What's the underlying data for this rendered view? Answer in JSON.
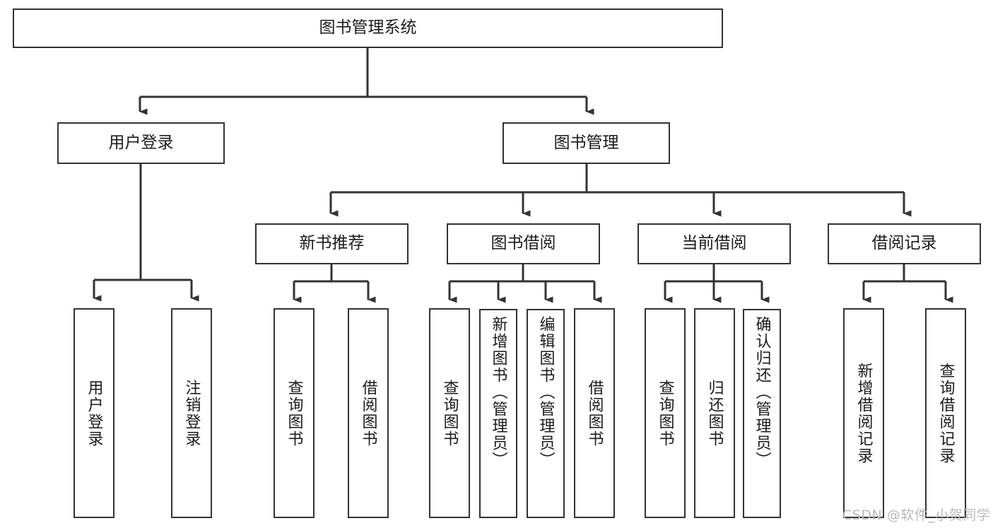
{
  "diagram": {
    "type": "tree",
    "title": "图书管理系统",
    "stroke_color": "#333333",
    "fill_color": "#ffffff",
    "text_color": "#1b1b1b",
    "levels": {
      "root": {
        "label": "图书管理系统"
      },
      "level2": [
        {
          "label": "用户登录"
        },
        {
          "label": "图书管理"
        }
      ],
      "level3": [
        {
          "label": "新书推荐"
        },
        {
          "label": "图书借阅"
        },
        {
          "label": "当前借阅"
        },
        {
          "label": "借阅记录"
        }
      ],
      "leaves": [
        {
          "label": "用户登录",
          "parent": "用户登录"
        },
        {
          "label": "注销登录",
          "parent": "用户登录"
        },
        {
          "label": "查询图书",
          "parent": "新书推荐"
        },
        {
          "label": "借阅图书",
          "parent": "新书推荐"
        },
        {
          "label": "查询图书",
          "parent": "图书借阅"
        },
        {
          "label": "新增图书（管理员）",
          "parent": "图书借阅"
        },
        {
          "label": "编辑图书（管理员）",
          "parent": "图书借阅"
        },
        {
          "label": "借阅图书",
          "parent": "图书借阅"
        },
        {
          "label": "查询图书",
          "parent": "当前借阅"
        },
        {
          "label": "归还图书",
          "parent": "当前借阅"
        },
        {
          "label": "确认归还（管理员）",
          "parent": "当前借阅"
        },
        {
          "label": "新增借阅记录",
          "parent": "借阅记录"
        },
        {
          "label": "查询借阅记录",
          "parent": "借阅记录"
        }
      ]
    }
  },
  "watermark": {
    "text": "CSDN @软件_小贺同学"
  }
}
